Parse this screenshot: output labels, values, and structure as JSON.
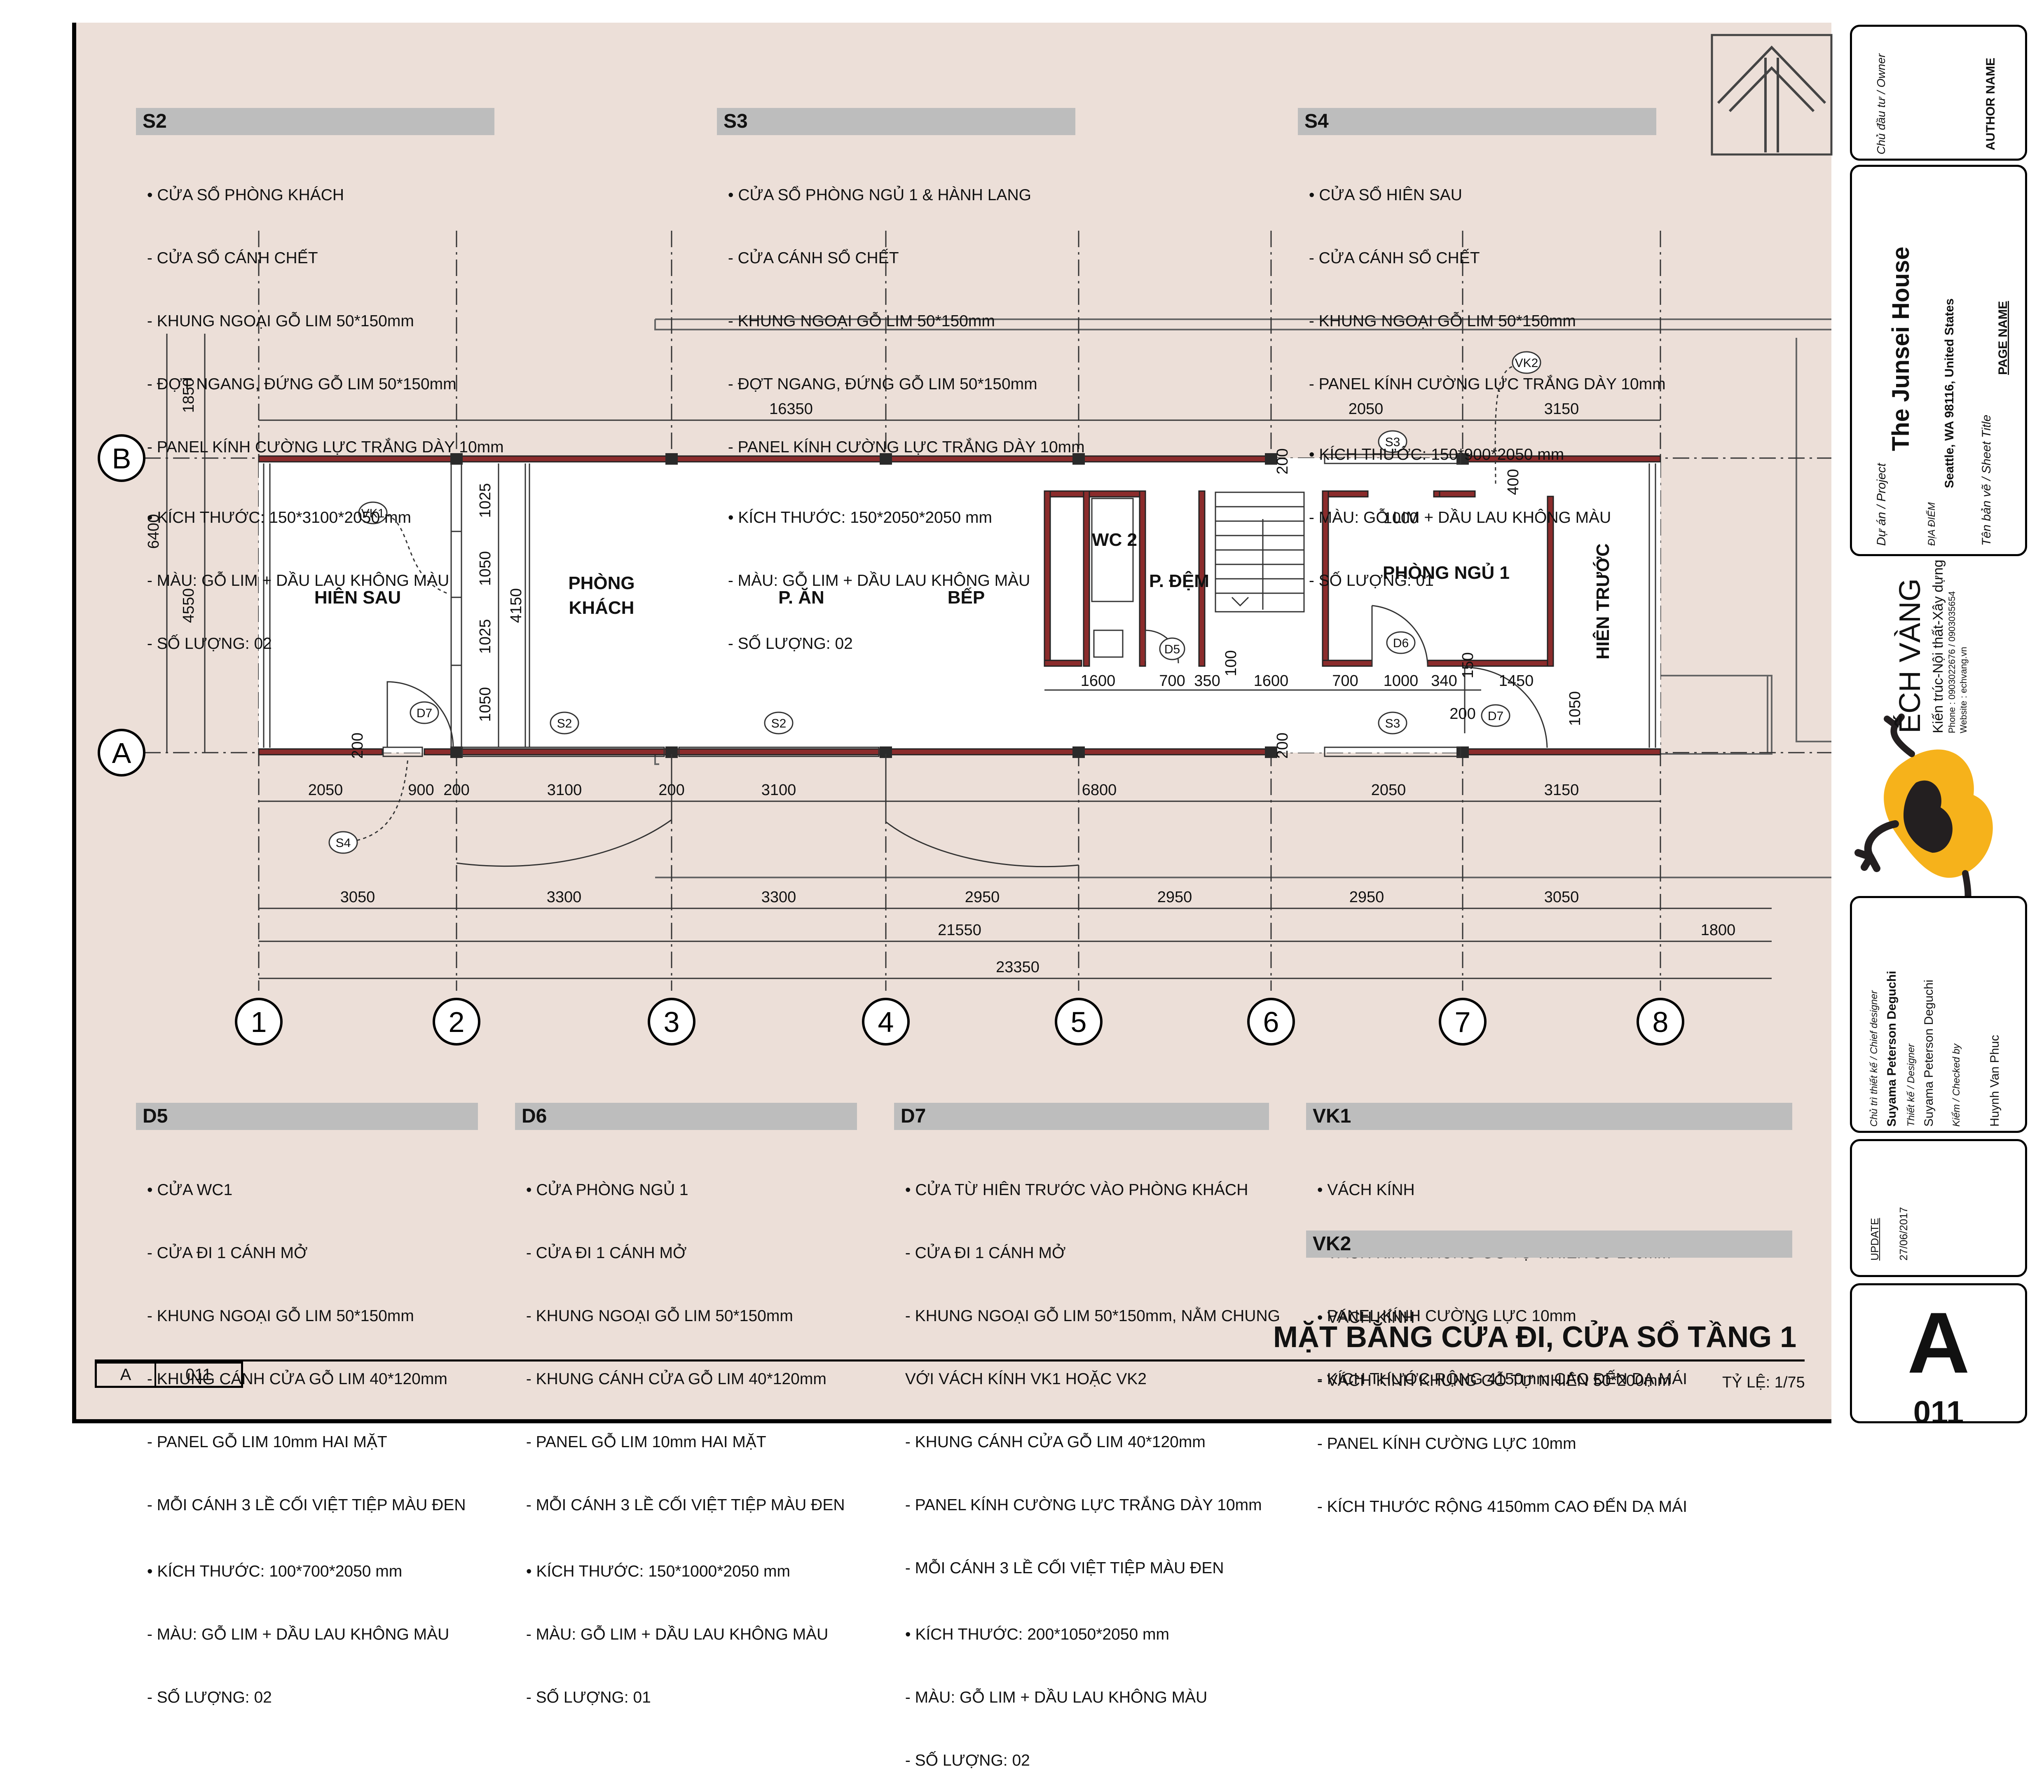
{
  "drawing": {
    "title": "MẶT BẰNG CỬA ĐI, CỬA SỔ TẦNG 1",
    "scale": "TỶ LỆ: 1/75",
    "sheet_prefix": "A",
    "sheet_code": "011"
  },
  "grid": {
    "columns": [
      "1",
      "2",
      "3",
      "4",
      "5",
      "6",
      "7",
      "8"
    ],
    "rows": [
      "B",
      "A"
    ]
  },
  "rooms": {
    "hien_sau": "HIÊN SAU",
    "phong_khach_1": "PHÒNG",
    "phong_khach_2": "KHÁCH",
    "p_an": "P. ĂN",
    "bep": "BẾP",
    "wc2": "WC 2",
    "p_dem": "P. ĐỆM",
    "phong_ngu": "PHÒNG NGỦ 1",
    "hien_truoc": "HIÊN TRƯỚC"
  },
  "tags": {
    "vk1": "VK1",
    "vk2": "VK2",
    "s2": "S2",
    "s3": "S3",
    "s4": "S4",
    "d5": "D5",
    "d6": "D6",
    "d7": "D7"
  },
  "dims": {
    "d1850": "1850",
    "d6400": "6400",
    "d4550": "4550",
    "d16350": "16350",
    "d2050": "2050",
    "d3150": "3150",
    "d1025": "1025",
    "d1050": "1050",
    "d4150": "4150",
    "d200": "200",
    "d400": "400",
    "d1000": "1000",
    "d100": "100",
    "d150": "150",
    "d1600": "1600",
    "d700": "700",
    "d350": "350",
    "d340": "340",
    "d1450": "1450",
    "d900": "900",
    "d3100": "3100",
    "d6800": "6800",
    "d3050": "3050",
    "d3300": "3300",
    "d2950": "2950",
    "d1800": "1800",
    "d21550": "21550",
    "d23350": "23350"
  },
  "specs": {
    "s2": {
      "title": "S2",
      "lines": [
        " • CỬA SỔ PHÒNG KHÁCH",
        " - CỬA SỔ CÁNH CHẾT",
        " - KHUNG NGOẠI GỖ LIM 50*150mm",
        " - ĐỢT NGANG, ĐỨNG GỖ LIM 50*150mm",
        " - PANEL KÍNH CƯỜNG LỰC TRẮNG DÀY 10mm"
      ],
      "lines2": [
        " • KÍCH THƯỚC: 150*3100*2050 mm",
        " - MÀU: GỖ LIM + DẦU LAU KHÔNG MÀU",
        " - SỐ LƯỢNG: 02"
      ]
    },
    "s3": {
      "title": "S3",
      "lines": [
        " • CỬA SỔ PHÒNG NGỦ 1 & HÀNH LANG",
        " - CỬA CÁNH SỔ CHẾT",
        " - KHUNG NGOẠI GỖ LIM 50*150mm",
        " - ĐỢT NGANG, ĐỨNG GỖ LIM 50*150mm",
        " - PANEL KÍNH CƯỜNG LỰC TRẮNG DÀY 10mm"
      ],
      "lines2": [
        " • KÍCH THƯỚC: 150*2050*2050 mm",
        " - MÀU: GỖ LIM + DẦU LAU KHÔNG MÀU",
        " - SỐ LƯỢNG: 02"
      ]
    },
    "s4": {
      "title": "S4",
      "lines": [
        " • CỬA SỔ HIÊN SAU",
        " - CỬA CÁNH SỔ CHẾT",
        " - KHUNG NGOẠI GỖ LIM 50*150mm",
        " - PANEL KÍNH CƯỜNG LỰC TRẮNG DÀY 10mm"
      ],
      "lines2": [
        " • KÍCH THƯỚC: 150*900*2050 mm",
        " - MÀU: GỖ LIM + DẦU LAU KHÔNG MÀU",
        " - SỐ LƯỢNG: 01"
      ]
    },
    "d5": {
      "title": "D5",
      "lines": [
        " • CỬA WC1",
        " - CỬA ĐI 1 CÁNH MỞ",
        " - KHUNG NGOẠI GỖ LIM 50*150mm",
        " - KHUNG CÁNH CỬA GỖ LIM 40*120mm",
        " - PANEL GỖ LIM 10mm HAI MẶT",
        " - MỖI CÁNH 3 LỀ CỐI VIỆT TIỆP MÀU ĐEN"
      ],
      "lines2": [
        " • KÍCH THƯỚC: 100*700*2050 mm",
        " - MÀU: GỖ LIM + DẦU LAU KHÔNG MÀU",
        " - SỐ LƯỢNG: 02"
      ]
    },
    "d6": {
      "title": "D6",
      "lines": [
        " • CỬA PHÒNG NGỦ 1",
        " - CỬA ĐI 1 CÁNH MỞ",
        " - KHUNG NGOẠI GỖ LIM 50*150mm",
        " - KHUNG CÁNH CỬA GỖ LIM 40*120mm",
        " - PANEL GỖ LIM 10mm HAI MẶT",
        " - MỖI CÁNH 3 LỀ CỐI VIỆT TIỆP MÀU ĐEN"
      ],
      "lines2": [
        " • KÍCH THƯỚC: 150*1000*2050 mm",
        " - MÀU: GỖ LIM + DẦU LAU KHÔNG MÀU",
        " - SỐ LƯỢNG: 01"
      ]
    },
    "d7": {
      "title": "D7",
      "lines": [
        " • CỬA TỪ HIÊN TRƯỚC VÀO PHÒNG KHÁCH",
        " - CỬA ĐI 1 CÁNH MỞ",
        " - KHUNG NGOẠI GỖ LIM 50*150mm, NẰM CHUNG",
        " VỚI VÁCH KÍNH VK1 HOẶC VK2",
        " - KHUNG CÁNH CỬA GỖ LIM 40*120mm",
        " - PANEL KÍNH CƯỜNG LỰC TRẮNG DÀY 10mm",
        " - MỖI CÁNH 3 LỀ CỐI VIỆT TIỆP MÀU ĐEN"
      ],
      "lines2": [
        " • KÍCH THƯỚC: 200*1050*2050 mm",
        " - MÀU: GỖ LIM + DẦU LAU KHÔNG MÀU",
        " - SỐ LƯỢNG: 02"
      ]
    },
    "vk1": {
      "title": "VK1",
      "lines": [
        " • VÁCH KÍNH",
        " - VÁCH KÍNH KHUNG GỖ TỰ NHIÊN 50*200mm",
        " - PANEL KÍNH CƯỜNG LỰC 10mm",
        " - KÍCH THƯỚC RỘNG 4150mm CAO ĐẾN DẠ MÁI"
      ],
      "lines2": []
    },
    "vk2": {
      "title": "VK2",
      "lines": [
        " • VÁCH KÍNH",
        " - VÁCH KÍNH KHUNG GỖ TỰ NHIÊN 50*200mm",
        " - PANEL KÍNH CƯỜNG LỰC 10mm",
        " - KÍCH THƯỚC RỘNG 4150mm CAO ĐẾN DẠ MÁI"
      ],
      "lines2": []
    }
  },
  "titleblock": {
    "owner_label": "Chủ đầu tư / Owner",
    "owner_value": "AUTHOR NAME",
    "project_label": "Dự án / Project",
    "project_name": "The Junsei House",
    "location_label": "ĐỊA ĐIỂM",
    "location_value": "Seattle, WA 98116, United States",
    "sheet_title_label": "Tên bản vẽ / Sheet Title",
    "page_name": "PAGE NAME",
    "company": "ẾCH VÀNG",
    "company_sub": "Kiến trúc-Nội thất-Xây dựng",
    "company_phone": "Phone : 0903022676 / 0903035654",
    "company_web": "Website : echvang.vn",
    "chief_label": "Chủ trì thiết kế / Chief designer",
    "chief_value": "Suyama Peterson Deguchi",
    "designer_label": "Thiết kế / Designer",
    "designer_value": "Suyama Peterson Deguchi",
    "checked_label": "Kiểm / Checked by",
    "checked_value": "Huynh Van Phuc",
    "update_label": "UPDATE",
    "update_value": "27/06/2017",
    "sheet_letter": "A",
    "sheet_number": "011"
  },
  "colors": {
    "paper": "#ecdfd8",
    "wall": "#8b2c2c",
    "spec_header": "#bdbdbd",
    "logo_yellow": "#f6b21b"
  }
}
